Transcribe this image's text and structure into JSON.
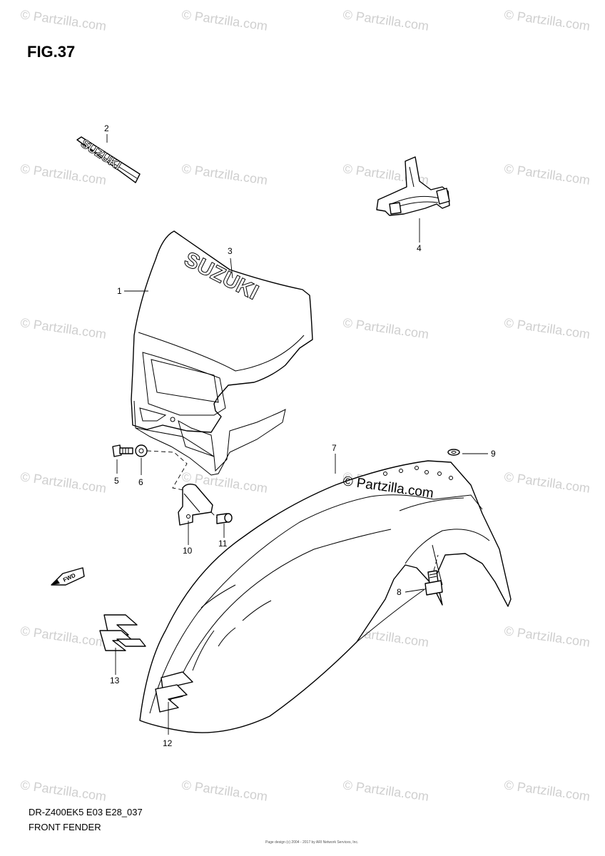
{
  "figure": {
    "title": "FIG.37",
    "model_code": "DR-Z400EK5 E03 E28_037",
    "caption": "FRONT FENDER",
    "footer_small": [
      "Page design (c) 2004 - 2017 by ARI Network Services, Inc."
    ]
  },
  "watermark": {
    "text": "© Partzilla.com",
    "center_text": "© Partzilla.com"
  },
  "decal_text": {
    "emblem_2": "SUZUKI",
    "number_plate_3": "SUZUKI",
    "fwd_arrow": "FWD"
  },
  "callouts": [
    "1",
    "2",
    "3",
    "4",
    "5",
    "6",
    "7",
    "8",
    "9",
    "10",
    "11",
    "12",
    "13"
  ]
}
